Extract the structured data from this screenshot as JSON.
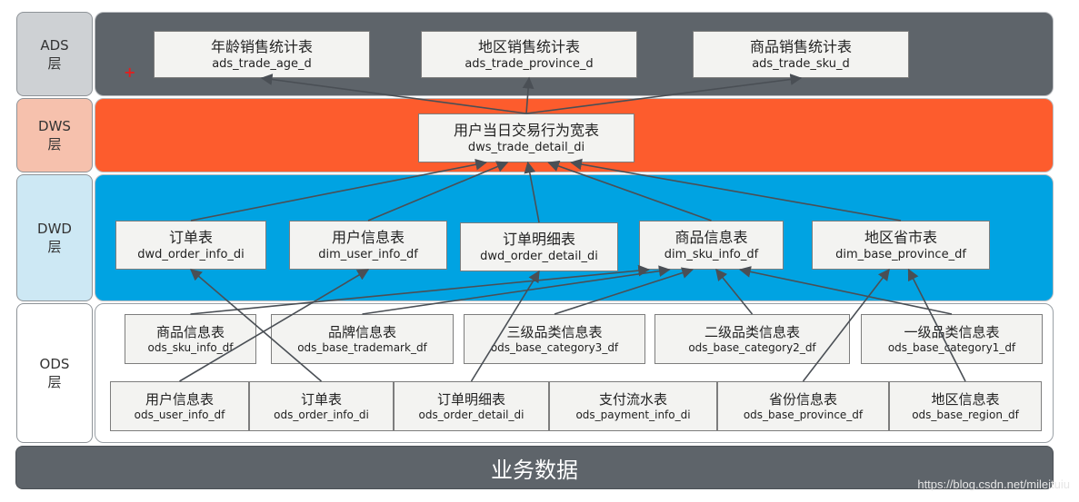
{
  "layers": {
    "ads": {
      "name": "ADS",
      "suffix": "层"
    },
    "dws": {
      "name": "DWS",
      "suffix": "层"
    },
    "dwd": {
      "name": "DWD",
      "suffix": "层"
    },
    "ods": {
      "name": "ODS",
      "suffix": "层"
    }
  },
  "ads_tables": [
    {
      "cn": "年龄销售统计表",
      "en": "ads_trade_age_d"
    },
    {
      "cn": "地区销售统计表",
      "en": "ads_trade_province_d"
    },
    {
      "cn": "商品销售统计表",
      "en": "ads_trade_sku_d"
    }
  ],
  "dws_tables": [
    {
      "cn": "用户当日交易行为宽表",
      "en": "dws_trade_detail_di"
    }
  ],
  "dwd_tables": [
    {
      "cn": "订单表",
      "en": "dwd_order_info_di"
    },
    {
      "cn": "用户信息表",
      "en": "dim_user_info_df"
    },
    {
      "cn": "订单明细表",
      "en": "dwd_order_detail_di"
    },
    {
      "cn": "商品信息表",
      "en": "dim_sku_info_df"
    },
    {
      "cn": "地区省市表",
      "en": "dim_base_province_df"
    }
  ],
  "ods_row1": [
    {
      "cn": "商品信息表",
      "en": "ods_sku_info_df"
    },
    {
      "cn": "品牌信息表",
      "en": "ods_base_trademark_df"
    },
    {
      "cn": "三级品类信息表",
      "en": "ods_base_category3_df"
    },
    {
      "cn": "二级品类信息表",
      "en": "ods_base_category2_df"
    },
    {
      "cn": "一级品类信息表",
      "en": "ods_base_category1_df"
    }
  ],
  "ods_row2": [
    {
      "cn": "用户信息表",
      "en": "ods_user_info_df"
    },
    {
      "cn": "订单表",
      "en": "ods_order_info_di"
    },
    {
      "cn": "订单明细表",
      "en": "ods_order_detail_di"
    },
    {
      "cn": "支付流水表",
      "en": "ods_payment_info_di"
    },
    {
      "cn": "省份信息表",
      "en": "ods_base_province_df"
    },
    {
      "cn": "地区信息表",
      "en": "ods_base_region_df"
    }
  ],
  "business_data": "业务数据",
  "annotation_mark": "+",
  "watermark": "https://blog.csdn.net/mileituiu",
  "colors": {
    "ads_band": "#5e646a",
    "dws_band": "#fd5c2d",
    "dwd_band": "#00a3e2",
    "arrow": "#4a4f55"
  },
  "edges": [
    [
      "dws_0",
      "ads_0"
    ],
    [
      "dws_0",
      "ads_1"
    ],
    [
      "dws_0",
      "ads_2"
    ],
    [
      "dwd_0",
      "dws_0"
    ],
    [
      "dwd_1",
      "dws_0"
    ],
    [
      "dwd_2",
      "dws_0"
    ],
    [
      "dwd_3",
      "dws_0"
    ],
    [
      "dwd_4",
      "dws_0"
    ],
    [
      "ods2_1",
      "dwd_0"
    ],
    [
      "ods2_0",
      "dwd_1"
    ],
    [
      "ods2_2",
      "dwd_2"
    ],
    [
      "ods1_0",
      "dwd_3"
    ],
    [
      "ods1_1",
      "dwd_3"
    ],
    [
      "ods1_2",
      "dwd_3"
    ],
    [
      "ods1_3",
      "dwd_3"
    ],
    [
      "ods1_4",
      "dwd_3"
    ],
    [
      "ods2_4",
      "dwd_4"
    ],
    [
      "ods2_5",
      "dwd_4"
    ]
  ]
}
